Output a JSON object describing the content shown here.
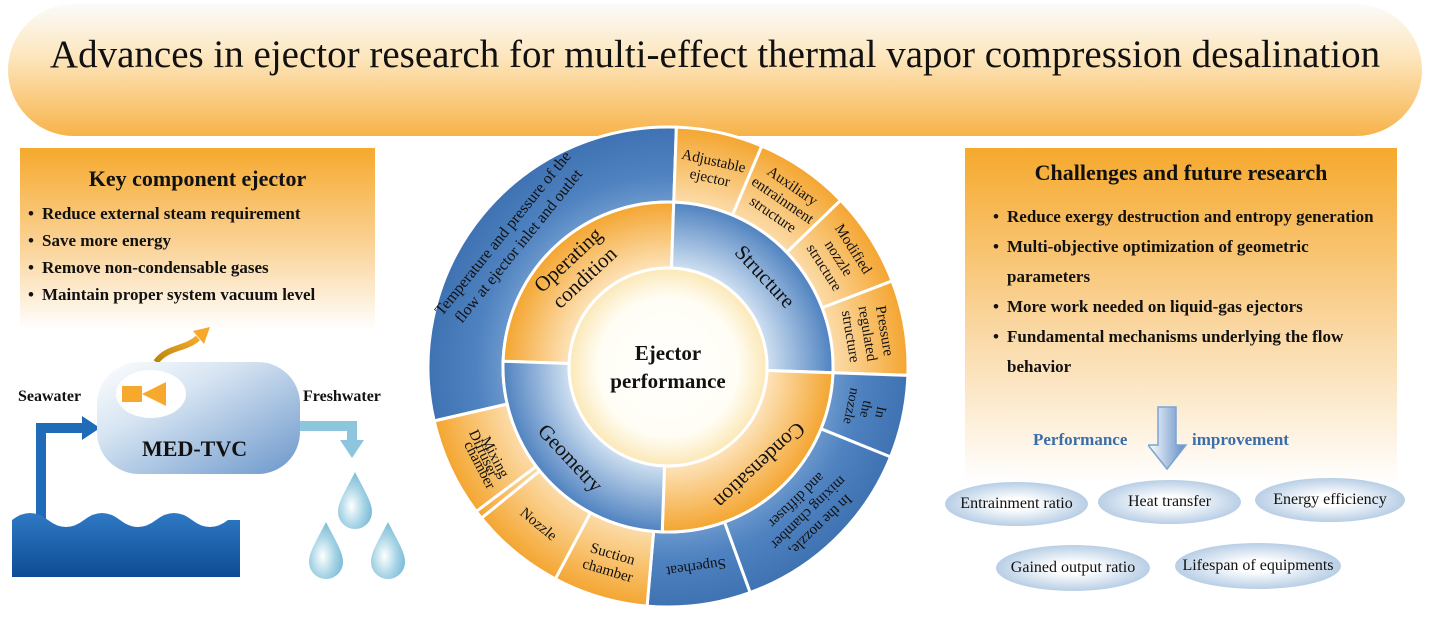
{
  "banner": {
    "title": "Advances in ejector  research for multi-effect thermal vapor compression desalination"
  },
  "left_panel": {
    "heading": "Key component ejector",
    "bullets": [
      "Reduce external steam requirement",
      "Save more energy",
      "Remove non-condensable gases",
      "Maintain proper system vacuum level"
    ]
  },
  "system": {
    "label": "MED-TVC",
    "input": "Seawater",
    "output": "Freshwater"
  },
  "wheel": {
    "center": [
      "Ejector",
      "performance"
    ],
    "inner": [
      "Operating condition",
      "Structure",
      "Condensation",
      "Geometry"
    ],
    "outer": {
      "operating": [
        "Temperature and pressure of the",
        "flow at ejector inlet and outlet"
      ],
      "structure": [
        [
          "Adjustable",
          "ejector"
        ],
        [
          "Auxiliary",
          "entrainment",
          "structure"
        ],
        [
          "Modified",
          "nozzle",
          "structure"
        ],
        [
          "Pressure",
          "regulated",
          "structure"
        ]
      ],
      "condensation": [
        [
          "In",
          "the",
          "nozzle"
        ],
        [
          "In the nozzle,",
          "mixing chamber",
          "and diffuser"
        ],
        [
          "Superheat"
        ]
      ],
      "geometry": [
        [
          "Suction",
          "chamber"
        ],
        [
          "Nozzle"
        ],
        [
          "Mixing",
          "chamber"
        ],
        [
          "Diffuser"
        ]
      ]
    }
  },
  "right_panel": {
    "heading": "Challenges and future research",
    "bullets": [
      "Reduce exergy destruction and entropy generation",
      "Multi-objective optimization of geometric parameters",
      "More work needed on liquid-gas ejectors",
      "Fundamental mechanisms underlying the flow behavior"
    ],
    "performance_label": "Performance",
    "improvement_label": "improvement"
  },
  "outcomes": [
    "Entrainment ratio",
    "Heat transfer",
    "Energy efficiency",
    "Gained output ratio",
    "Lifespan of equipments"
  ],
  "colors": {
    "orange": "#f6a92d",
    "blue": "#4f82c0",
    "dark_blue": "#1f5f9f",
    "water_blue": "#1c5aa6",
    "drop_blue": "#8cc5dc",
    "accent_text": "#3b6ea8"
  }
}
